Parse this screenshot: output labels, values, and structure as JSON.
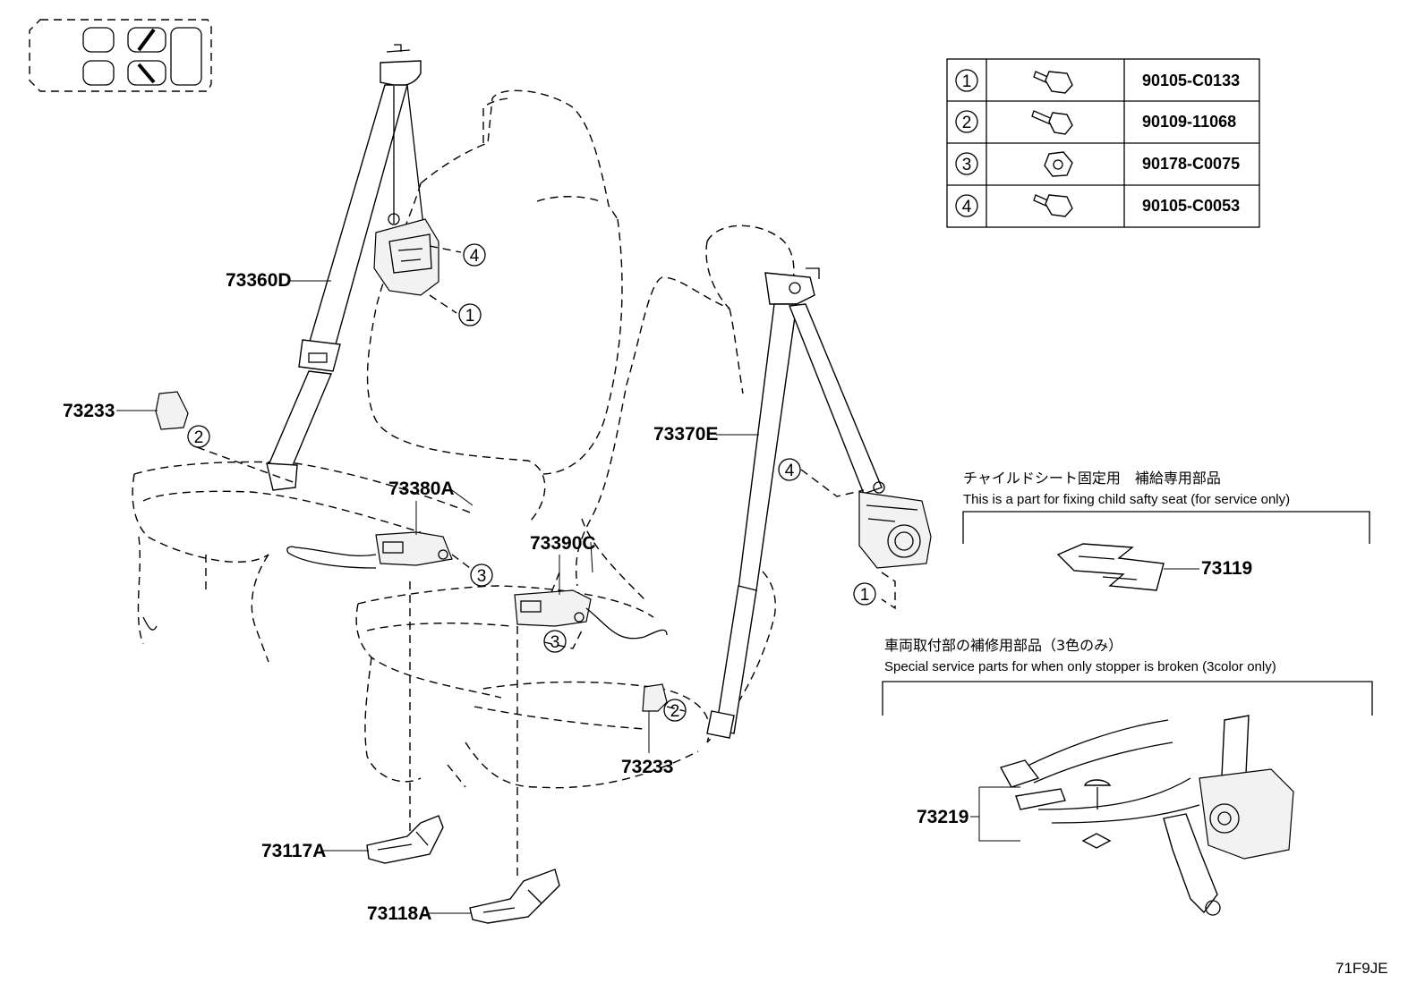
{
  "parts": {
    "p73360D": "73360D",
    "p73233a": "73233",
    "p73380A": "73380A",
    "p73390C": "73390C",
    "p73370E": "73370E",
    "p73233b": "73233",
    "p73117A": "73117A",
    "p73118A": "73118A",
    "p73119": "73119",
    "p73219": "73219"
  },
  "callouts": {
    "c1": "1",
    "c2": "2",
    "c3": "3",
    "c4": "4"
  },
  "fastener_table": {
    "rows": [
      {
        "no": "1",
        "part": "90105-C0133"
      },
      {
        "no": "2",
        "part": "90109-11068"
      },
      {
        "no": "3",
        "part": "90178-C0075"
      },
      {
        "no": "4",
        "part": "90105-C0053"
      }
    ]
  },
  "notes": {
    "child_seat_jp": "チャイルドシート固定用　補給専用部品",
    "child_seat_en": "This is a part for fixing child safty seat (for service only)",
    "stopper_jp": "車両取付部の補修用部品（3色のみ）",
    "stopper_en": "Special service parts for when only stopper is broken (3color only)"
  },
  "figure_code": "71F9JE",
  "icons": [
    "seat-location-icon",
    "bolt-icon",
    "nut-icon"
  ]
}
